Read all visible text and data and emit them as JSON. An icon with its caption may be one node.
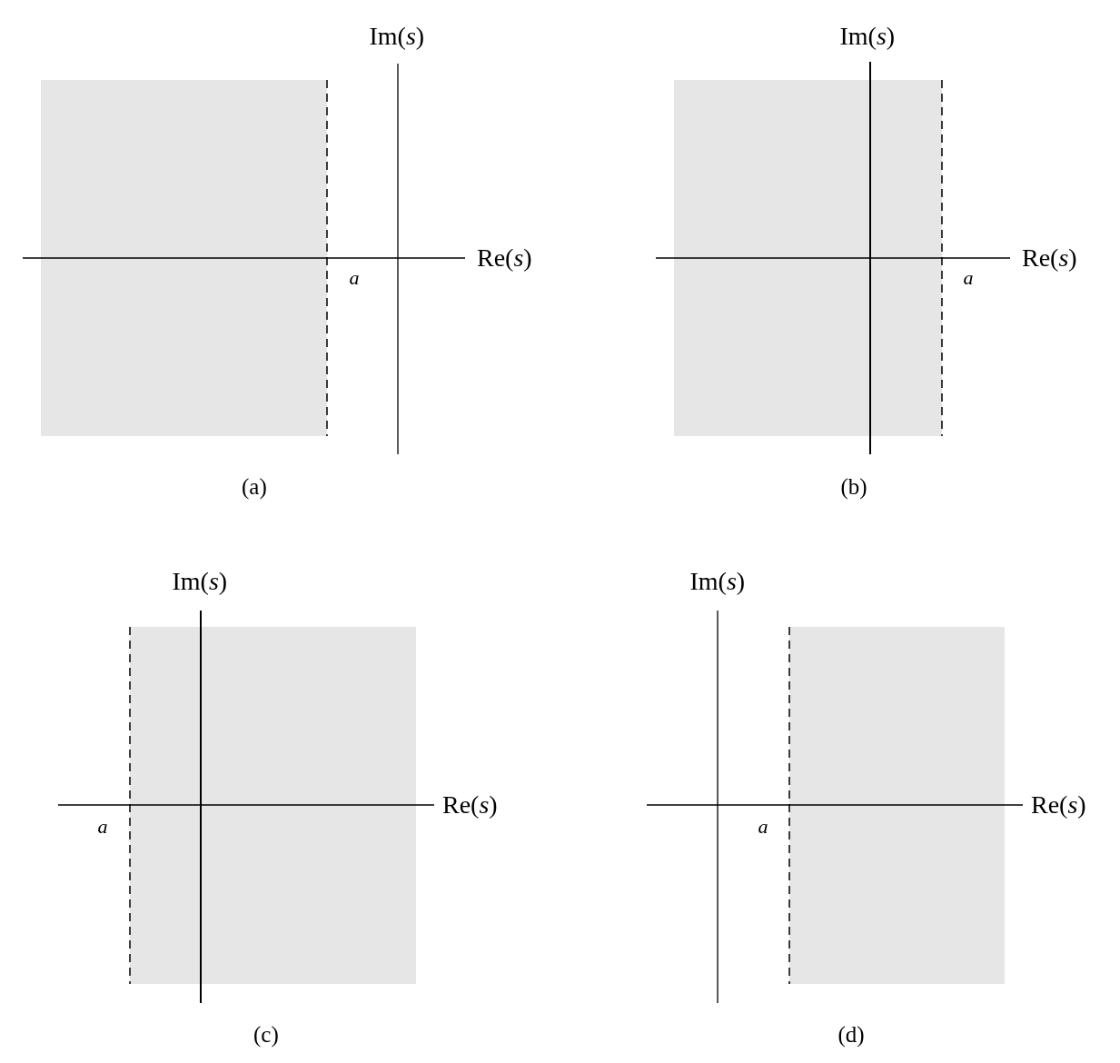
{
  "diagram": {
    "labels": [
      "Im(*s*)",
      "Re(*s*)",
      "a",
      "(a)",
      "Im(*s*)",
      "Re(*s*)",
      "a",
      "(b)",
      "Im(*s*)",
      "Re(*s*)",
      "a",
      "(c)",
      "Im(*s*)",
      "Re(*s*)",
      "a",
      "(d)"
    ]
  }
}
